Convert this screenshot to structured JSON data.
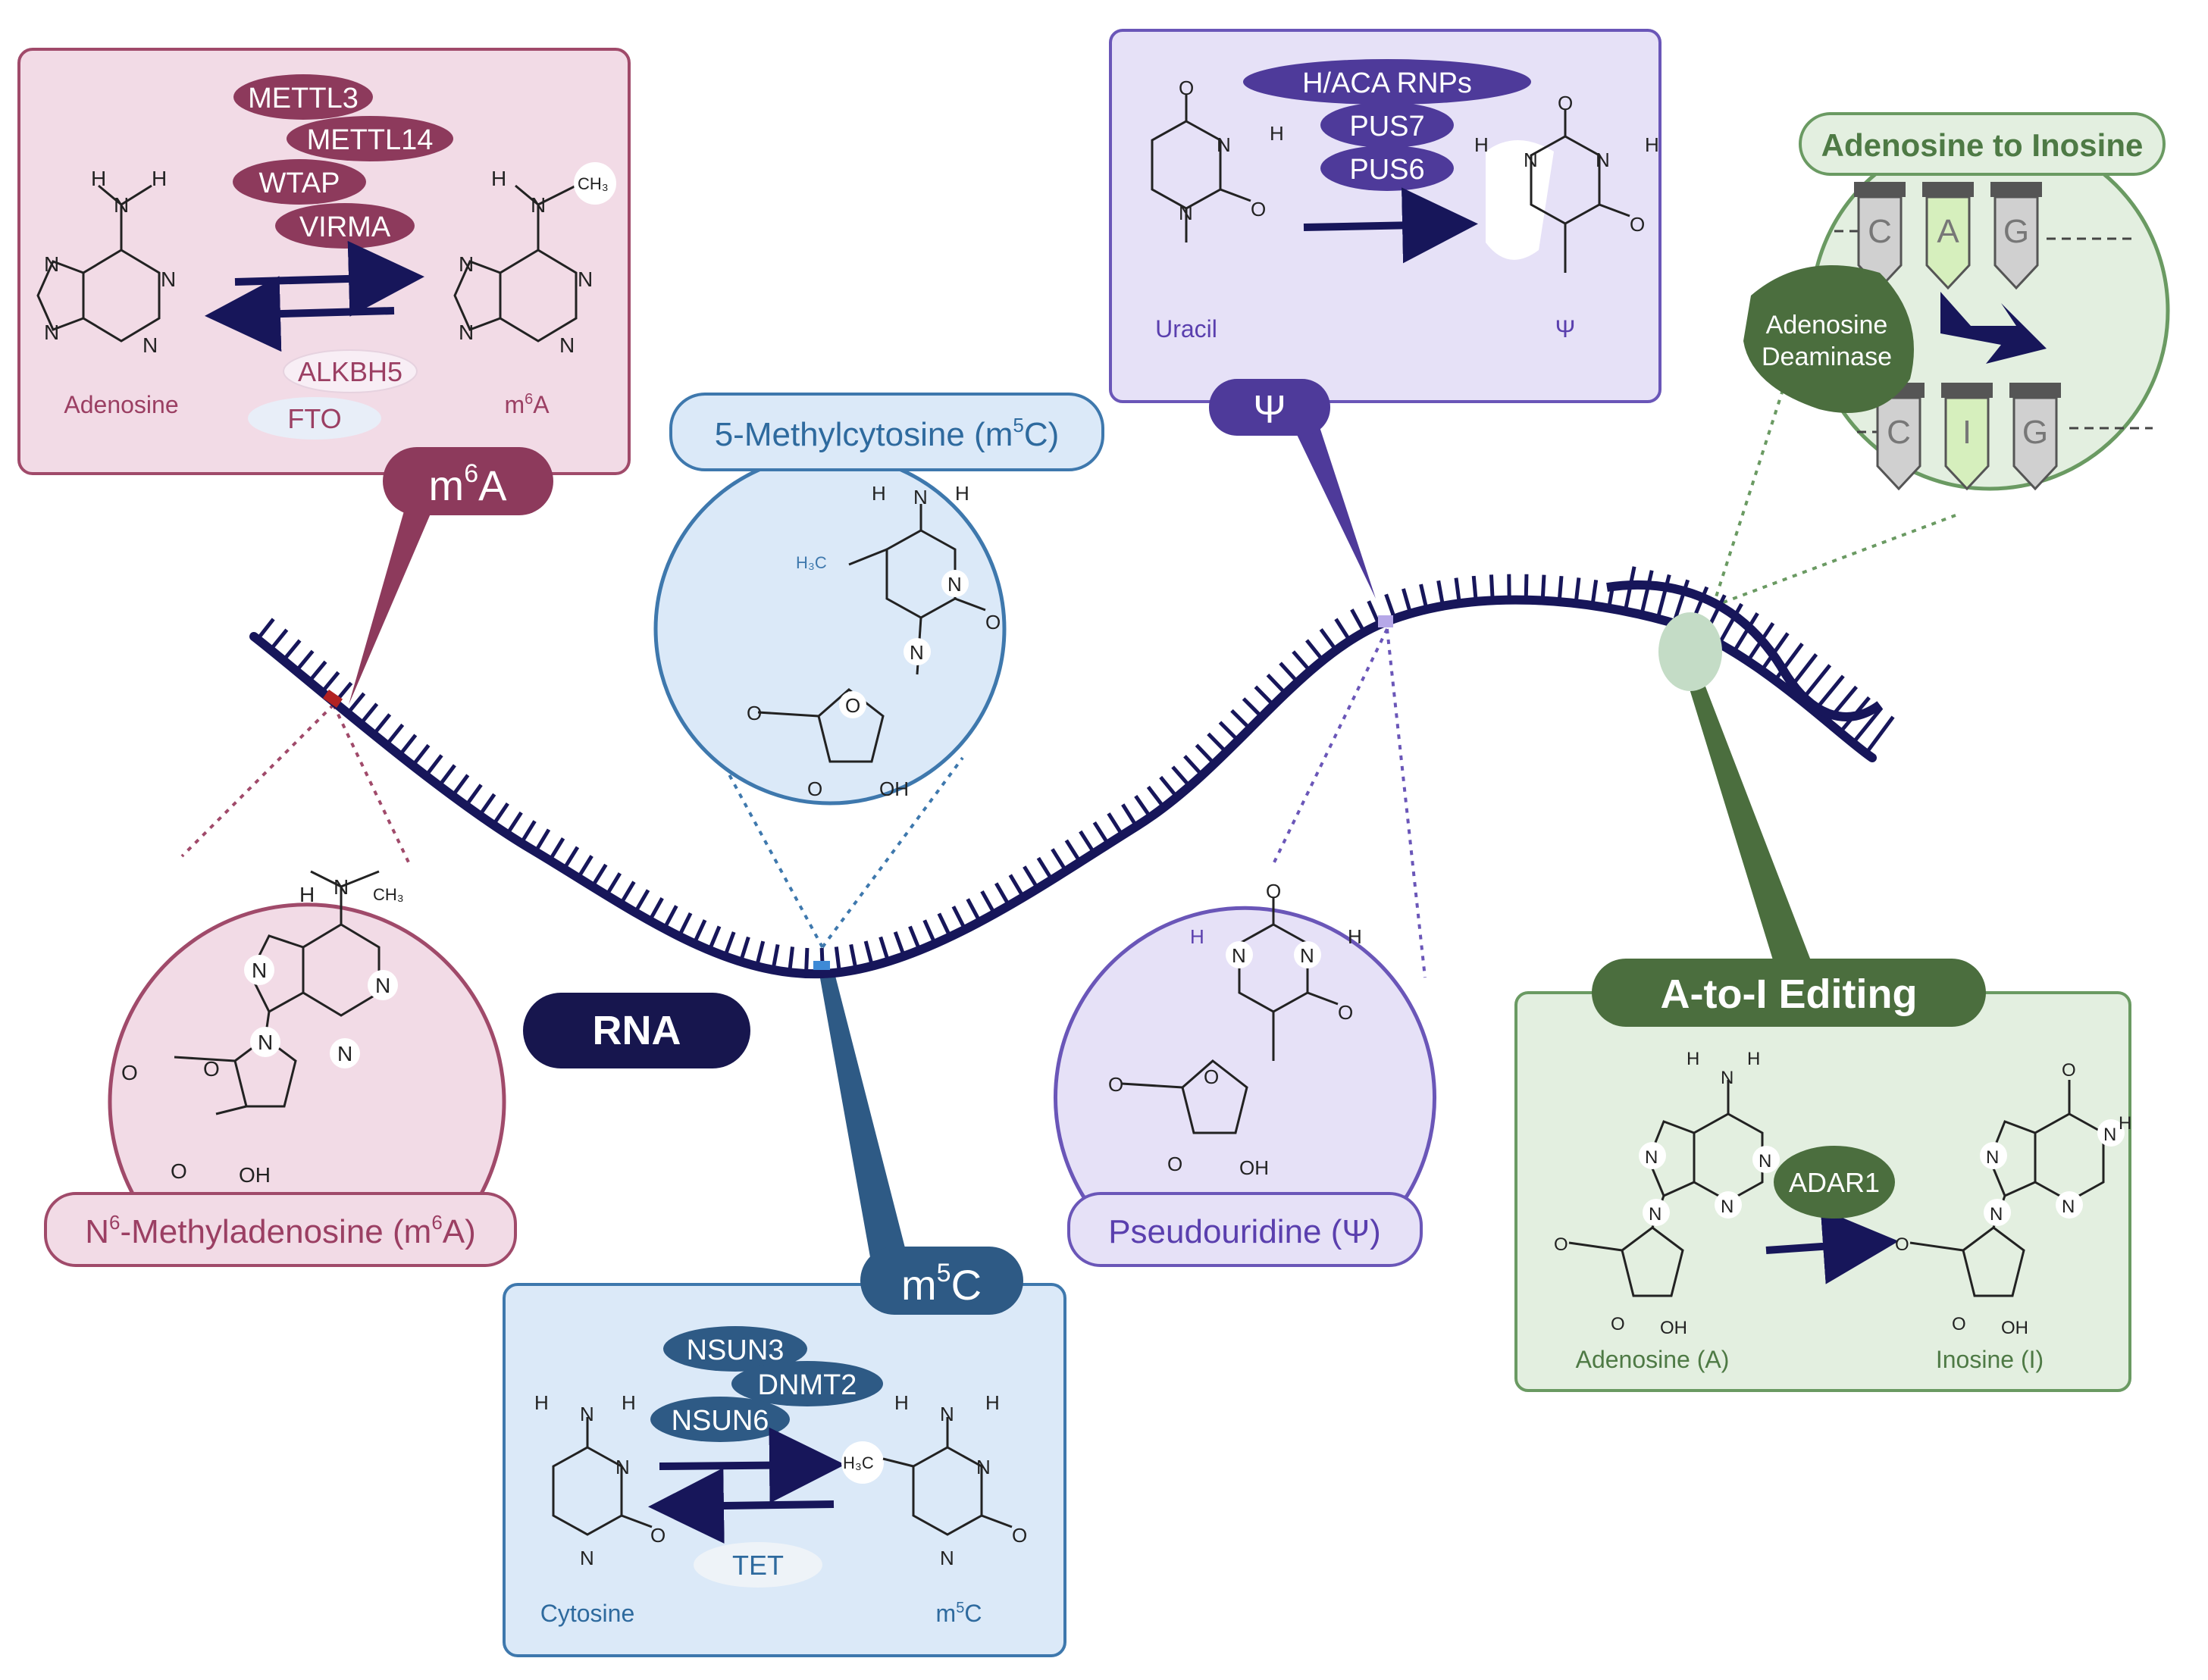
{
  "colors": {
    "strand": "#17165a",
    "m6a_fill": "#f2dbe6",
    "m6a_stroke": "#a04a6a",
    "m6a_dark": "#8d3a5c",
    "m6a_text": "#9b3f63",
    "m5c_fill": "#dbe9f8",
    "m5c_stroke": "#3e78ad",
    "m5c_dark": "#2e5a85",
    "m5c_text": "#2e6a9e",
    "psi_fill": "#e6e1f7",
    "psi_stroke": "#6a56b8",
    "psi_dark": "#4e3a9a",
    "psi_text": "#5a3fae",
    "atoi_fill": "#e3efe0",
    "atoi_stroke": "#6a9a62",
    "atoi_dark": "#4b6e3e",
    "atoi_text": "#4e7a45",
    "rna_label": "#17164e"
  },
  "icons": [
    "adenosine-structure",
    "m6a-structure",
    "cytosine-structure",
    "m5c-structure",
    "uracil-structure",
    "pseudouridine-structure",
    "inosine-structure",
    "reaction-arrow"
  ],
  "m6a_box": {
    "enzymes": [
      "METTL3",
      "METTL14",
      "WTAP",
      "VIRMA"
    ],
    "erasers": [
      "ALKBH5",
      "FTO"
    ],
    "substrate": "Adenosine",
    "product_pre": "m",
    "product_sup": "6",
    "product_post": "A",
    "h": "H",
    "n": "N",
    "ch3": "CH₃",
    "tag_pre": "m",
    "tag_sup": "6",
    "tag_post": "A"
  },
  "m6a_circle": {
    "label_pre": "N",
    "label_sup": "6",
    "label_post": "-Methyladenosine (m",
    "label_sup2": "6",
    "label_post2": "A)",
    "o": "O",
    "oh": "OH",
    "ch3": "CH₃"
  },
  "m5c_circle": {
    "label_pre": "5-Methylcytosine (m",
    "label_sup": "5",
    "label_post": "C)",
    "h3c": "H₃C",
    "o": "O",
    "oh": "OH"
  },
  "m5c_box": {
    "tag_pre": "m",
    "tag_sup": "5",
    "tag_post": "C",
    "enzymes": [
      "NSUN3",
      "DNMT2",
      "NSUN6"
    ],
    "eraser": "TET",
    "substrate": "Cytosine",
    "product_pre": "m",
    "product_sup": "5",
    "product_post": "C",
    "h3c": "H₃C"
  },
  "psi_box": {
    "enzymes": [
      "H/ACA RNPs",
      "PUS7",
      "PUS6"
    ],
    "substrate": "Uracil",
    "product": "Ψ",
    "tag": "Ψ"
  },
  "psi_circle": {
    "label": "Pseudouridine (Ψ)"
  },
  "atoi_panel": {
    "title": "Adenosine to Inosine",
    "enzyme_line1": "Adenosine",
    "enzyme_line2": "Deaminase",
    "top_bases": [
      "C",
      "A",
      "G"
    ],
    "bottom_bases": [
      "C",
      "I",
      "G"
    ]
  },
  "atoi_box": {
    "tag": "A-to-I Editing",
    "enzyme": "ADAR1",
    "substrate": "Adenosine (A)",
    "product": "Inosine (I)"
  },
  "rna_label": "RNA"
}
